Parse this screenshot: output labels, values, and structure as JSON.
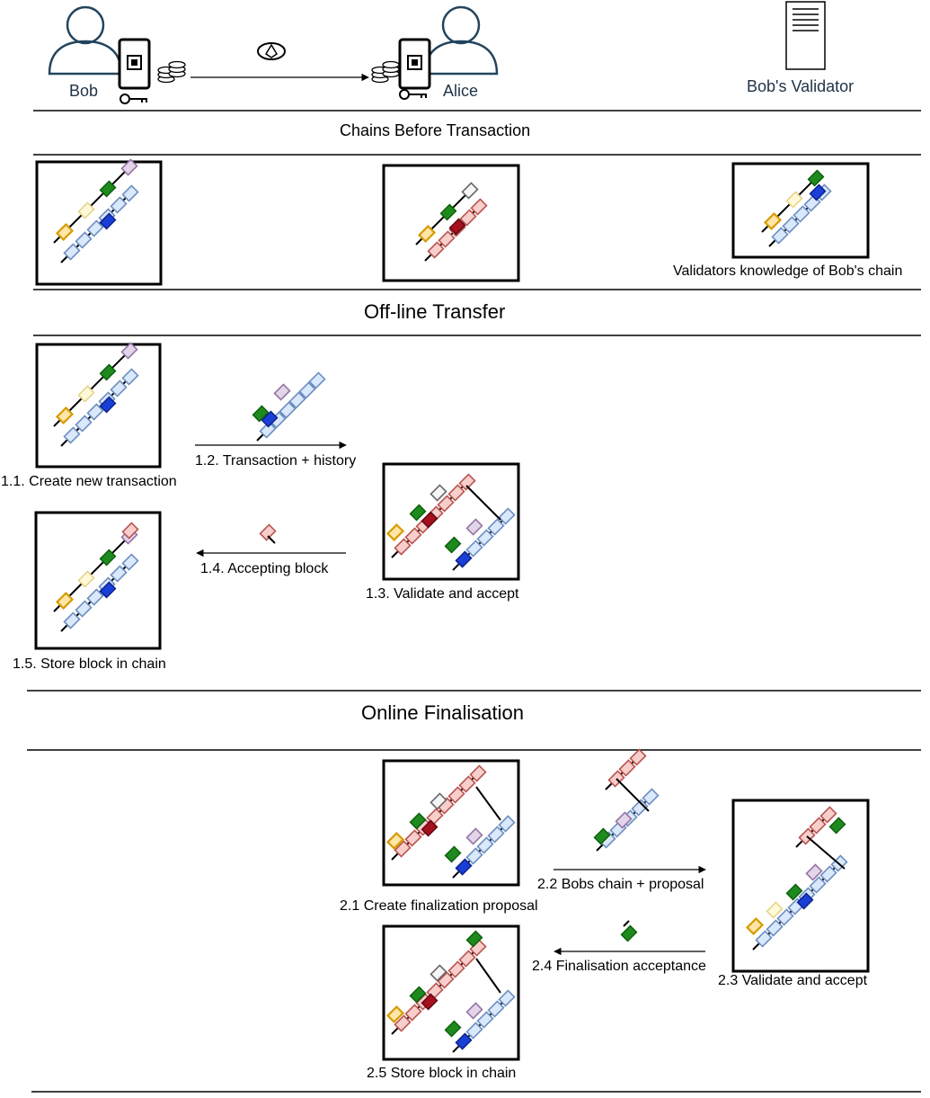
{
  "actors": {
    "bob": "Bob",
    "alice": "Alice",
    "validator": "Bob's Validator"
  },
  "sections": {
    "chains_before": "Chains Before Transaction",
    "offline": "Off-line Transfer",
    "online": "Online Finalisation"
  },
  "labels": {
    "validator_knowledge": "Validators knowledge of Bob's chain",
    "step_1_1": "1.1. Create new transaction",
    "step_1_2": "1.2. Transaction + history",
    "step_1_3": "1.3. Validate and accept",
    "step_1_4": "1.4. Accepting block",
    "step_1_5": "1.5. Store block in chain",
    "step_2_1": "2.1 Create finalization proposal",
    "step_2_2": "2.2 Bobs chain + proposal",
    "step_2_3": "2.3 Validate and accept",
    "step_2_4": "2.4 Finalisation acceptance",
    "step_2_5": "2.5 Store block in chain"
  },
  "colors": {
    "gold": "#d79b00",
    "lightgold": "#e6d48a",
    "lightblue": "#6c8ebf",
    "green": "#1e8a1e",
    "lilac": "#9673a6",
    "blue": "#1a3fd6",
    "red": "#b85450",
    "darkred": "#a50f1e",
    "grey": "#666666"
  }
}
